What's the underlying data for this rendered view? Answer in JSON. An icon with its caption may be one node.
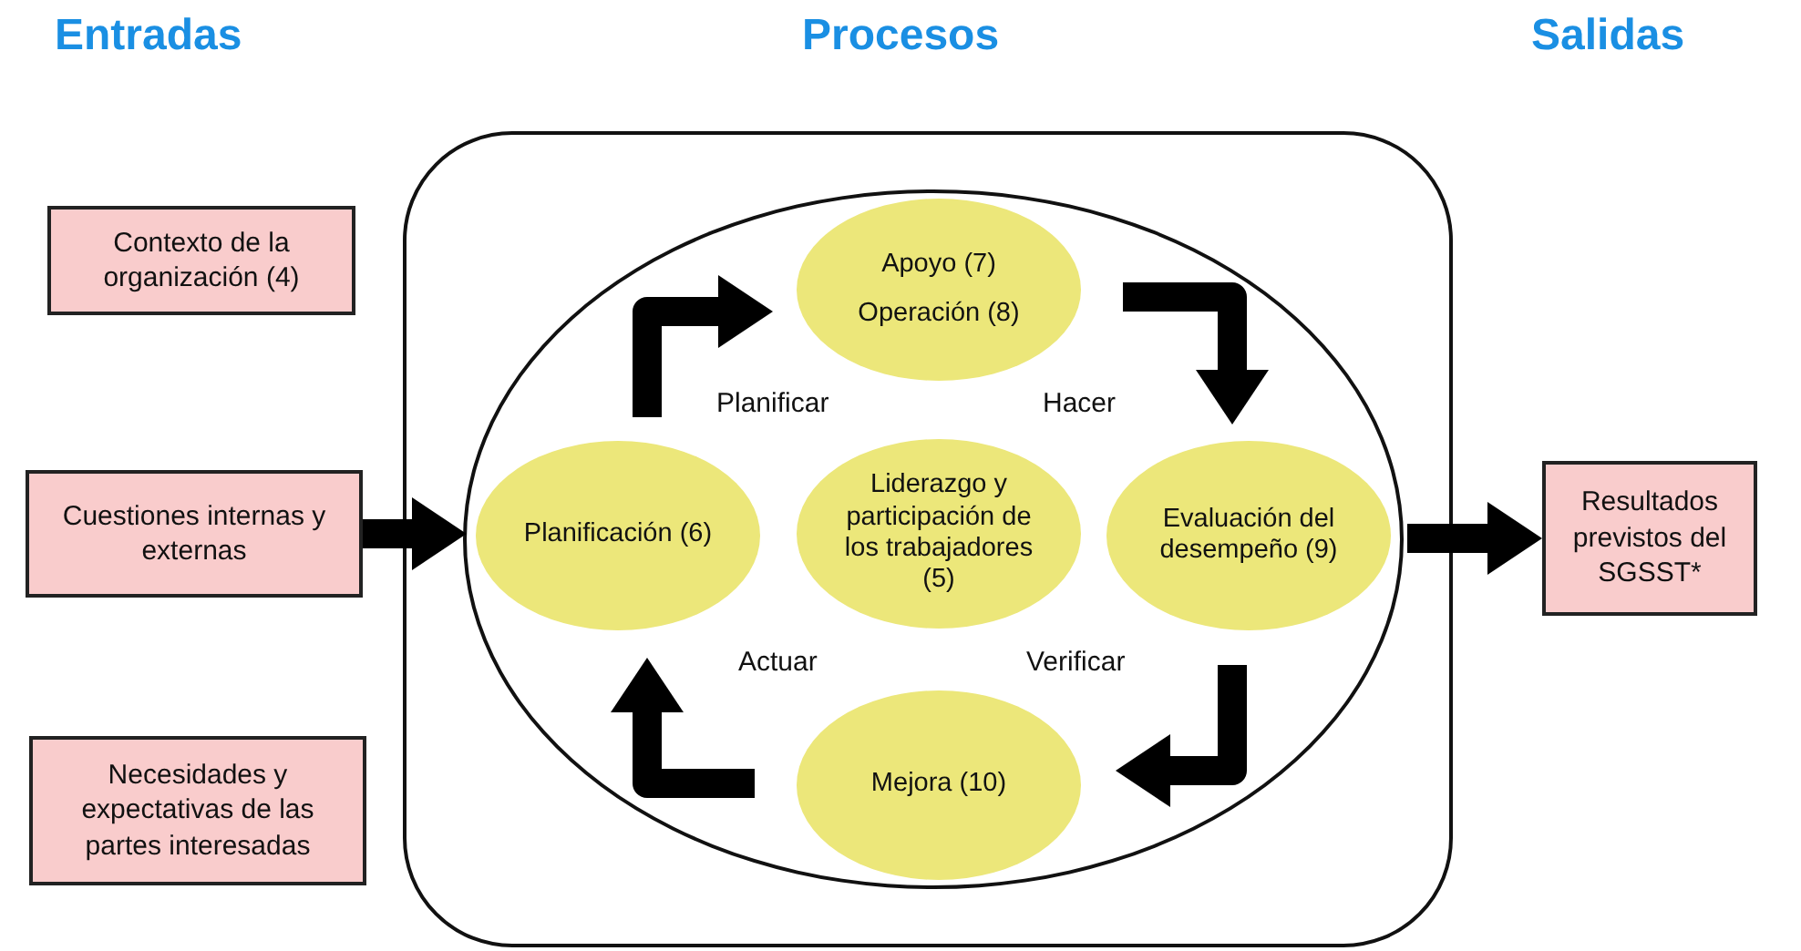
{
  "diagram": {
    "nodes": [
      {
        "text": [
          "Contexto de la organización (4)"
        ]
      },
      {
        "text": [
          "Cuestiones internas y externas"
        ]
      },
      {
        "text": [
          "Necesidades y expectativas de las partes interesadas"
        ]
      },
      {
        "text": [],
        "shape": "box"
      },
      {
        "text": [],
        "shape": "ellipse",
        "in": 3
      },
      {
        "text": [
          "Apoyo (7)",
          "Operación (8)"
        ],
        "in": 4
      },
      {
        "text": [
          "Planificación (6)"
        ],
        "in": 4
      },
      {
        "text": [
          "Liderazgo y participación de los trabajadores (5)"
        ],
        "in": 4
      },
      {
        "text": [
          "Evaluación del desempeño (9)"
        ],
        "in": 4
      },
      {
        "text": [
          "Mejora (10)"
        ],
        "in": 4
      },
      {
        "text": [
          "Resultados previstos del SGSST*"
        ]
      }
    ],
    "edges": [
      {
        "from": 1,
        "to": 4,
        "arrow": "to"
      },
      {
        "from": 4,
        "to": 10,
        "arrow": "to"
      },
      {
        "from": 6,
        "to": 5,
        "arrow": "to"
      },
      {
        "from": 5,
        "to": 8,
        "arrow": "to"
      },
      {
        "from": 8,
        "to": 9,
        "arrow": "to"
      },
      {
        "from": 9,
        "to": 6,
        "arrow": "to"
      }
    ],
    "labels": [
      "Entradas",
      "Procesos",
      "Salidas",
      "Planificar",
      "Hacer",
      "Actuar",
      "Verificar"
    ]
  }
}
